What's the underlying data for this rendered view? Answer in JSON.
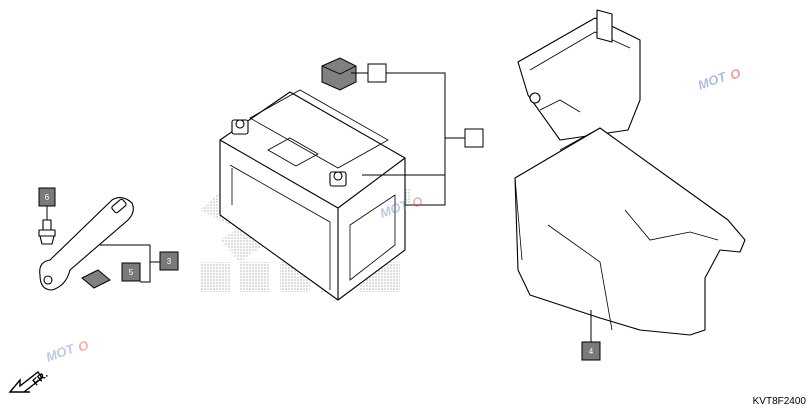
{
  "diagram_code": "KVT8F2400",
  "direction_label": "FR.",
  "watermark": {
    "text_a": "MOT",
    "text_b": "O"
  },
  "callouts": {
    "part_3": "3",
    "part_4": "4",
    "part_5": "5",
    "part_6": "6"
  },
  "colors": {
    "callout_fill": "#7a7a7a",
    "watermark_blue": "#6e87c7",
    "watermark_red": "#d9534f",
    "honda_stipple": "#b0b0b0"
  }
}
